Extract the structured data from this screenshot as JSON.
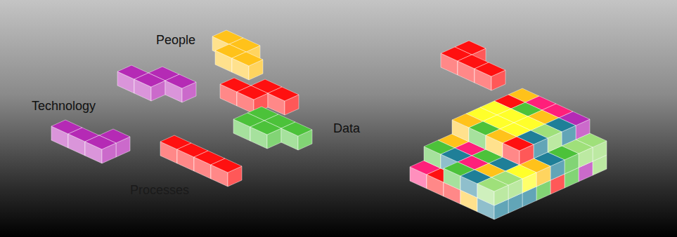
{
  "diagram": {
    "labels": [
      "People",
      "Technology",
      "Data",
      "Processes"
    ]
  }
}
